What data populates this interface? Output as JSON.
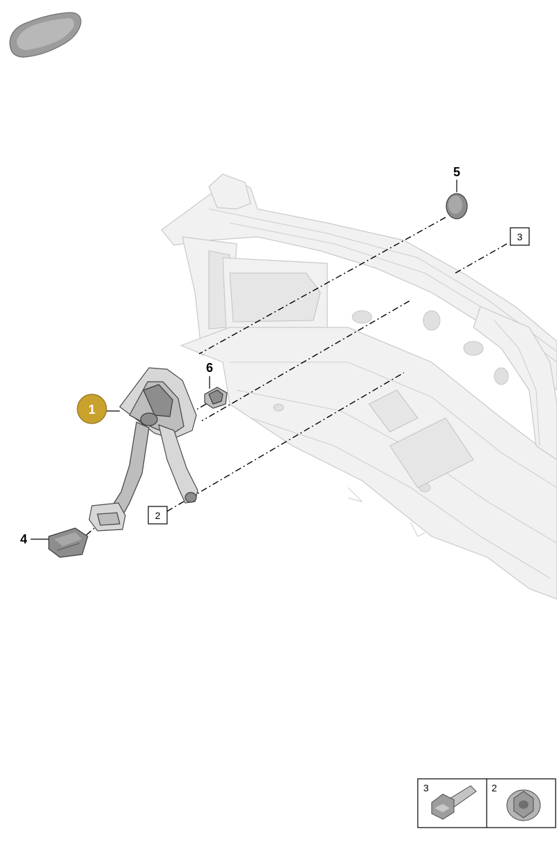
{
  "callouts": {
    "item_1": "1",
    "item_4": "4",
    "item_5": "5",
    "item_6": "6"
  },
  "reference_boxes": {
    "box_3": "3",
    "box_2": "2"
  },
  "legend": {
    "items": [
      {
        "number": "3",
        "icon": "bolt-icon"
      },
      {
        "number": "2",
        "icon": "flange-nut-icon"
      }
    ]
  },
  "colors": {
    "highlight_callout": "#c9a12d",
    "ghost_body": "#f1f1f1",
    "part_grey": "#bdbdbd"
  },
  "icons": {
    "vehicle_thumbnail": "car-silhouette-icon"
  }
}
